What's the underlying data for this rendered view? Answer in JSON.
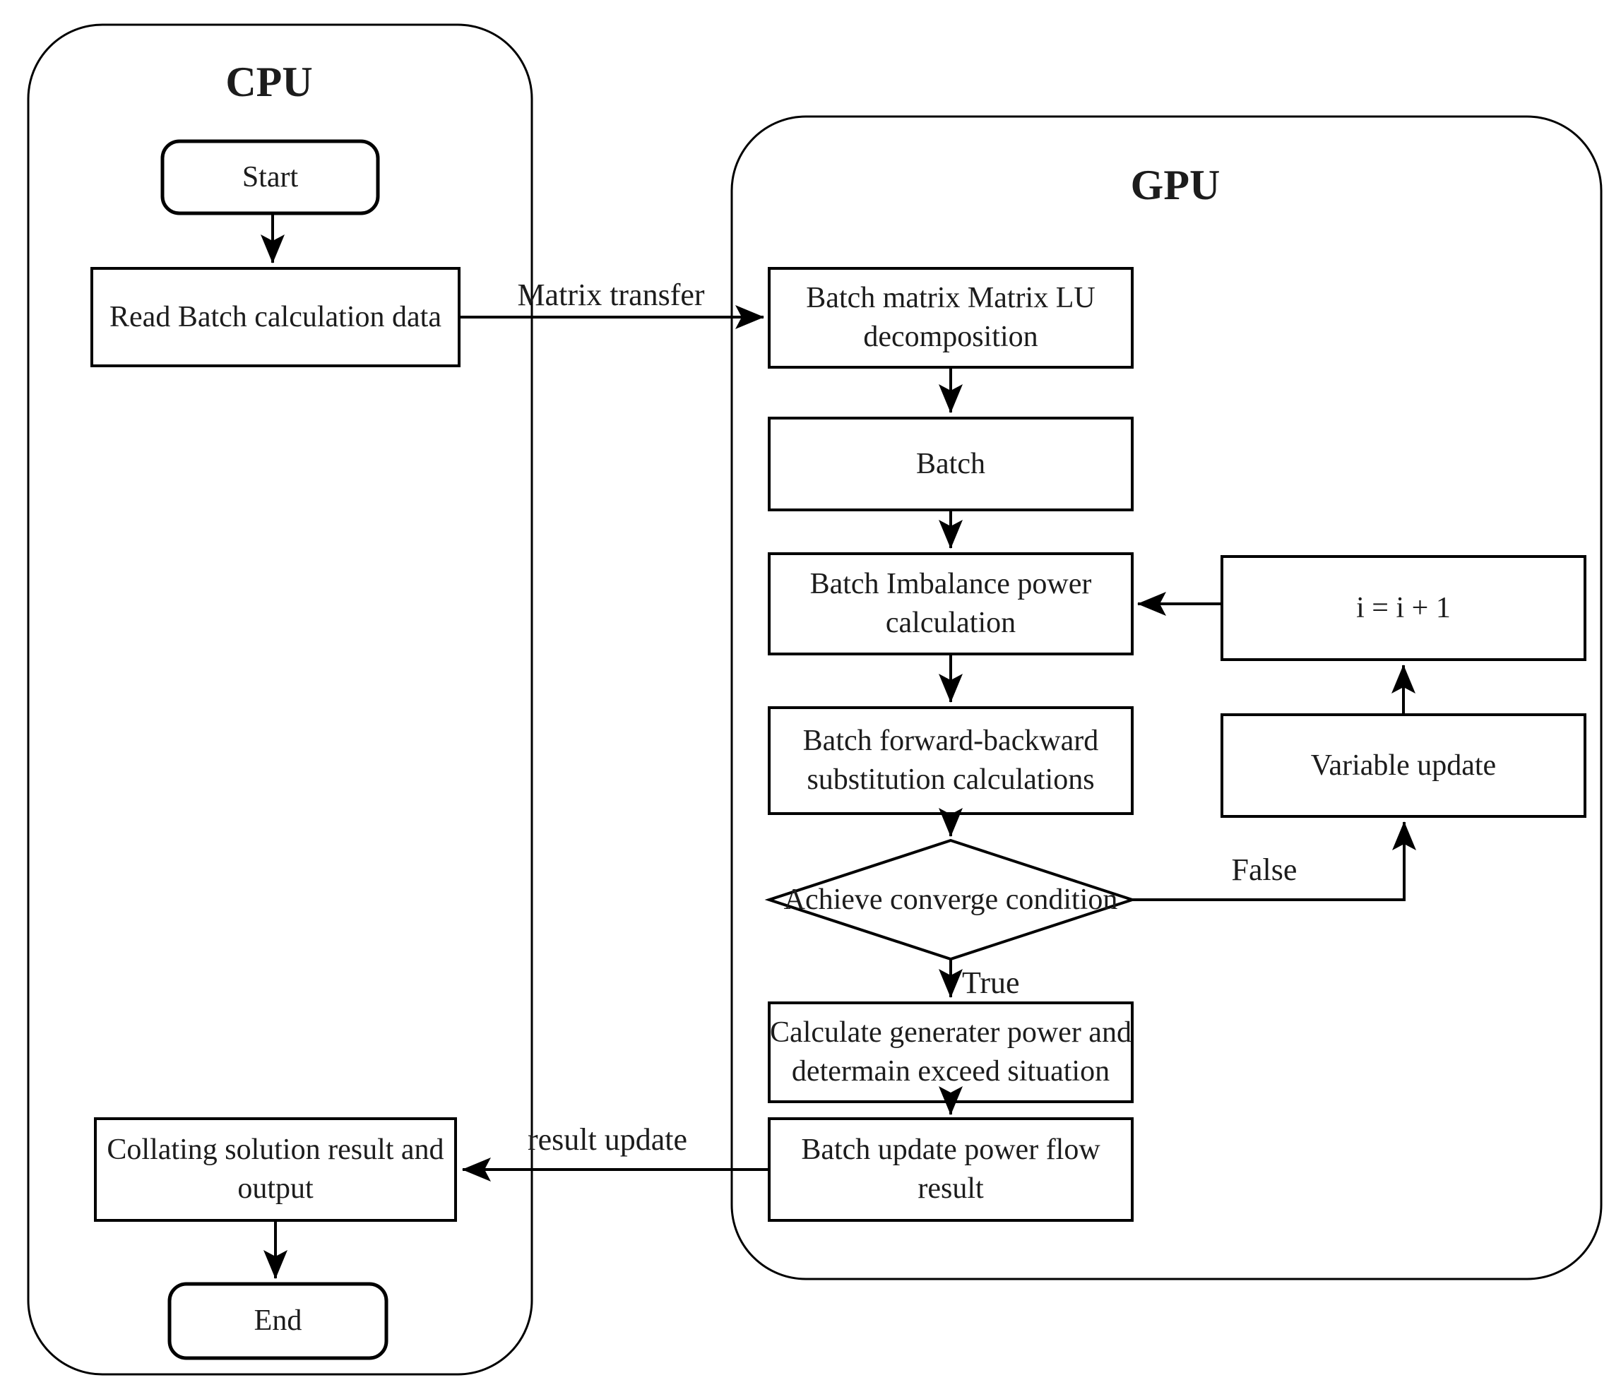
{
  "colors": {
    "stroke": "#000000",
    "text": "#1c1c1c",
    "background": "#ffffff"
  },
  "cpu": {
    "title": "CPU",
    "start": "Start",
    "read": "Read Batch calculation data",
    "collate": {
      "line1": "Collating solution result and",
      "line2": "output"
    },
    "end": "End"
  },
  "gpu": {
    "title": "GPU",
    "lu": {
      "line1": "Batch matrix Matrix LU",
      "line2": "decomposition"
    },
    "batch": "Batch",
    "imbalance": {
      "line1": "Batch Imbalance power",
      "line2": "calculation"
    },
    "substitution": {
      "line1": "Batch forward-backward",
      "line2": "substitution calculations"
    },
    "decision": "Achieve converge condition",
    "generator": {
      "line1": "Calculate generater power and",
      "line2": "determain exceed situation"
    },
    "power_flow": {
      "line1": "Batch update power flow",
      "line2": "result"
    },
    "increment": "i = i + 1",
    "variable_update": "Variable update"
  },
  "edges": {
    "matrix_transfer": "Matrix transfer",
    "result_update": "result update",
    "true_label": "True",
    "false_label": "False"
  }
}
